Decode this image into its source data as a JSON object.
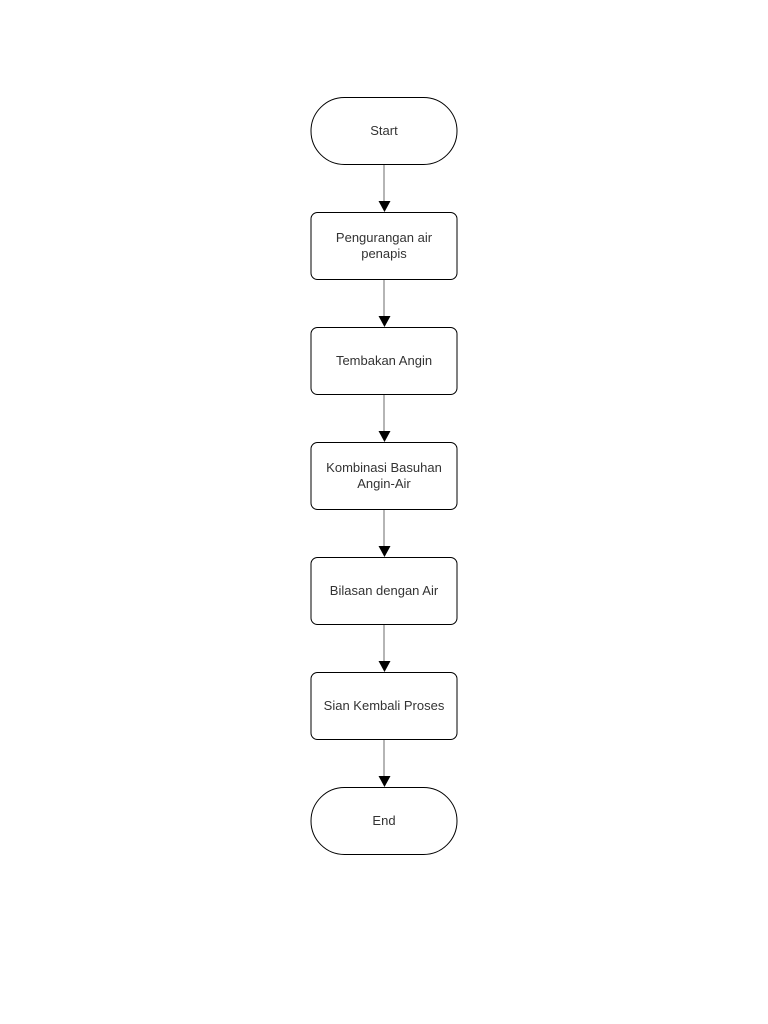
{
  "flowchart": {
    "nodes": [
      {
        "id": "start",
        "shape": "terminator",
        "label": "Start"
      },
      {
        "id": "pengurangan-air-penapis",
        "shape": "process",
        "label": "Pengurangan air penapis"
      },
      {
        "id": "tembakan-angin",
        "shape": "process",
        "label": "Tembakan Angin"
      },
      {
        "id": "kombinasi-basuhan-angin-air",
        "shape": "process",
        "label": "Kombinasi Basuhan Angin-Air"
      },
      {
        "id": "bilasan-dengan-air",
        "shape": "process",
        "label": "Bilasan dengan Air"
      },
      {
        "id": "sian-kembali-proses",
        "shape": "process",
        "label": "Sian Kembali Proses"
      },
      {
        "id": "end",
        "shape": "terminator",
        "label": "End"
      }
    ],
    "connector_count": 6,
    "colors": {
      "background": "#ffffff",
      "node_fill": "#ffffff",
      "node_border": "#000000",
      "label_text": "#333333",
      "connector_line": "#6b6b6b",
      "arrowhead": "#000000"
    }
  }
}
